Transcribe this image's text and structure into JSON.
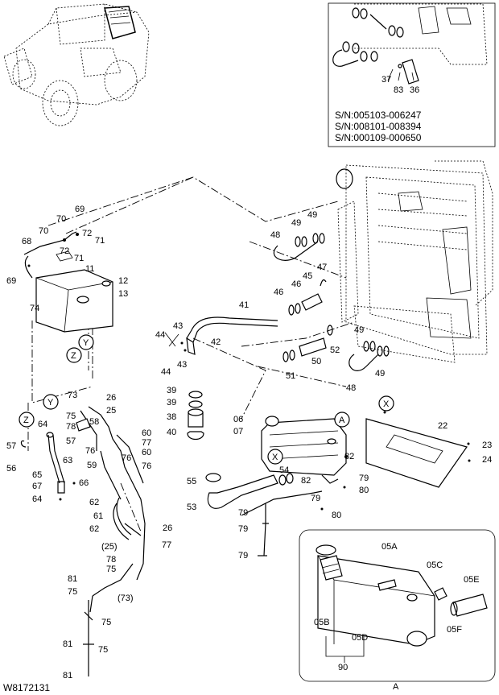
{
  "inset": {
    "serials": [
      "S/N:005103-006247",
      "S/N:008101-008394",
      "S/N:000109-000650"
    ],
    "labels": [
      "37",
      "83",
      "36"
    ]
  },
  "drawing_code": "W8172131",
  "view_labels": {
    "a_top": "A",
    "a_bottom": "A",
    "x_top": "X",
    "x_mid": "X",
    "y_top": "Y",
    "y_mid": "Y",
    "z_top": "Z",
    "z_mid": "Z"
  },
  "labels": {
    "p69a": "69",
    "p70a": "70",
    "p70b": "70",
    "p72a": "72",
    "p71a": "71",
    "p72b": "72",
    "p71b": "71",
    "p68": "68",
    "p69b": "69",
    "p11": "11",
    "p12": "12",
    "p13": "13",
    "p74": "74",
    "p49a": "49",
    "p49b": "49",
    "p48a": "48",
    "p47": "47",
    "p45": "45",
    "p46a": "46",
    "p46b": "46",
    "p41": "41",
    "p44a": "44",
    "p43a": "43",
    "p42": "42",
    "p44b": "44",
    "p43b": "43",
    "p49c": "49",
    "p52": "52",
    "p50": "50",
    "p51": "51",
    "p49d": "49",
    "p48b": "48",
    "p39a": "39",
    "p39b": "39",
    "p38": "38",
    "p40": "40",
    "p73": "73",
    "p26a": "26",
    "p75a": "75",
    "p25": "25",
    "p78a": "78",
    "p58": "58",
    "p64a": "64",
    "p57a": "57",
    "p57b": "57",
    "p76a": "76",
    "p60a": "60",
    "p77a": "77",
    "p60b": "60",
    "p56": "56",
    "p63": "63",
    "p59": "59",
    "p76b": "76",
    "p76c": "76",
    "p65": "65",
    "p67": "67",
    "p66": "66",
    "p64b": "64",
    "p62a": "62",
    "p61": "61",
    "p62b": "62",
    "p26b": "26",
    "p25p": "(25)",
    "p77b": "77",
    "p78b": "78",
    "p75b": "75",
    "p81a": "81",
    "p75c": "75",
    "p73p": "(73)",
    "p75d": "75",
    "p81b": "81",
    "p75e": "75",
    "p81c": "81",
    "p06": "06",
    "p07": "07",
    "p22": "22",
    "p23": "23",
    "p24": "24",
    "p54": "54",
    "p82a": "82",
    "p79a": "79",
    "p55": "55",
    "p82b": "82",
    "p80a": "80",
    "p53": "53",
    "p79b": "79",
    "p80b": "80",
    "p79c": "79",
    "p79d": "79",
    "p05A": "05A",
    "p05C": "05C",
    "p05E": "05E",
    "p05B": "05B",
    "p05F": "05F",
    "p05D": "05D",
    "p90": "90"
  }
}
